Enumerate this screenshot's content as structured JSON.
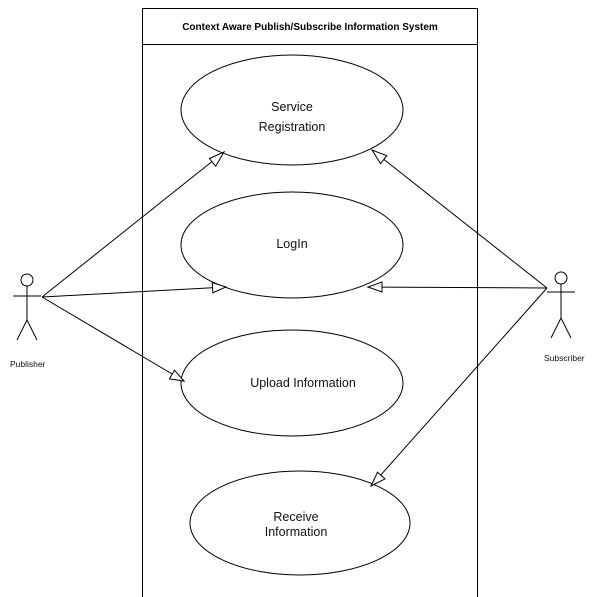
{
  "system": {
    "title": "Context Aware Publish/Subscribe Information System"
  },
  "actors": {
    "publisher": {
      "label": "Publisher"
    },
    "subscriber": {
      "label": "Subscriber"
    }
  },
  "use_cases": {
    "service_registration": {
      "line1": "Service",
      "line2": "Registration"
    },
    "login": {
      "label": "LogIn"
    },
    "upload_information": {
      "label": "Upload Information"
    },
    "receive_information": {
      "line1": "Receive",
      "line2": "Information"
    }
  }
}
